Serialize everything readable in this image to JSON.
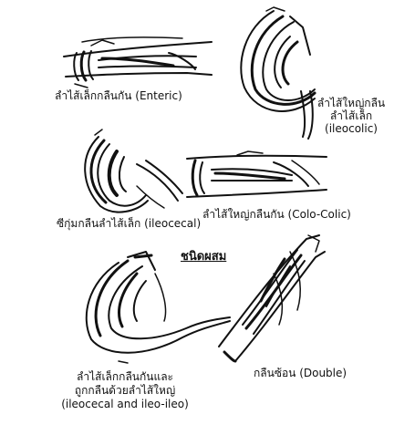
{
  "labels": {
    "enteric": "ลำไส้เล็กกลืนกัน (Enteric)",
    "ileocolic_line1": "ลำไส้ใหญ่กลืน",
    "ileocolic_line2": "ลำไส้เล็ก",
    "ileocolic_line3": "(ileocolic)",
    "ileocecal": "ซีกุ่มกลืนลำไส้เล็ก (ileocecal)",
    "colocolic": "ลำไส้ใหญ่กลืนกัน (Colo-Colic)",
    "mixed_heading": "ชนิดผสม",
    "combined_line1": "ลำไส้เล็กกลืนกันและ",
    "combined_line2": "ถูกกลืนด้วยลำไส้ใหญ่",
    "combined_line3": "(ileocecal and ileo-ileo)",
    "double": "กลืนซ้อน (Double)"
  },
  "colors": {
    "ink": "#111111",
    "paper": "#ffffff"
  }
}
